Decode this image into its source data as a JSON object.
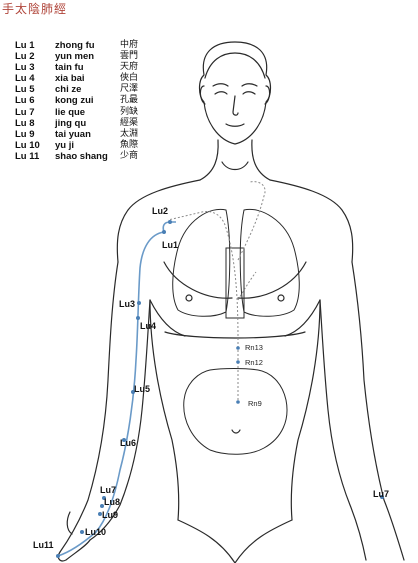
{
  "title": "手太陰肺經",
  "legend": [
    {
      "code": "Lu 1",
      "pinyin": "zhong fu",
      "hanzi": "中府"
    },
    {
      "code": "Lu 2",
      "pinyin": "yun men",
      "hanzi": "雲門"
    },
    {
      "code": "Lu 3",
      "pinyin": "tain fu",
      "hanzi": "天府"
    },
    {
      "code": "Lu 4",
      "pinyin": "xia bai",
      "hanzi": "俠白"
    },
    {
      "code": "Lu 5",
      "pinyin": "chi ze",
      "hanzi": "尺澤"
    },
    {
      "code": "Lu 6",
      "pinyin": "kong zui",
      "hanzi": "孔最"
    },
    {
      "code": "Lu 7",
      "pinyin": "lie que",
      "hanzi": "列缺"
    },
    {
      "code": "Lu 8",
      "pinyin": "jing qu",
      "hanzi": "經渠"
    },
    {
      "code": "Lu 9",
      "pinyin": "tai yuan",
      "hanzi": "太淵"
    },
    {
      "code": "Lu 10",
      "pinyin": "yu ji",
      "hanzi": "魚際"
    },
    {
      "code": "Lu 11",
      "pinyin": "shao shang",
      "hanzi": "少商"
    }
  ],
  "point_labels": {
    "lu1": "Lu1",
    "lu2": "Lu2",
    "lu3": "Lu3",
    "lu4": "Lu4",
    "lu5": "Lu5",
    "lu6": "Lu6",
    "lu7": "Lu7",
    "lu8": "Lu8",
    "lu9": "Lu9",
    "lu10": "Lu10",
    "lu11": "Lu11",
    "lu7_right": "Lu7"
  },
  "ren_labels": {
    "rn13": "Rn13",
    "rn12": "Rn12",
    "rn9": "Rn9"
  },
  "colors": {
    "title": "#b0453a",
    "meridian": "#6a9ac8",
    "outline": "#2a2a2a",
    "internal_path": "#8a8a8a",
    "point": "#4a7fb5"
  }
}
